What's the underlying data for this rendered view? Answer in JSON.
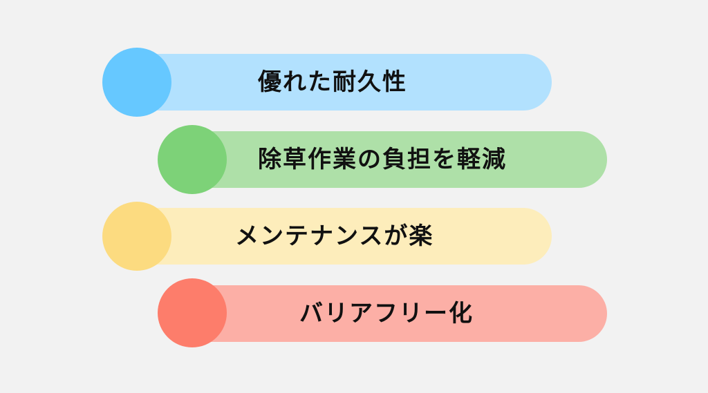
{
  "items": [
    {
      "label": "優れた耐久性",
      "circle_color": "#66c8ff",
      "bar_color": "#b2e1fe"
    },
    {
      "label": "除草作業の負担を軽減",
      "circle_color": "#7dd278",
      "bar_color": "#aee0a8"
    },
    {
      "label": "メンテナンスが楽",
      "circle_color": "#fcdb80",
      "bar_color": "#fdedbb"
    },
    {
      "label": "バリアフリー化",
      "circle_color": "#fd7d6b",
      "bar_color": "#fcafa6"
    }
  ]
}
